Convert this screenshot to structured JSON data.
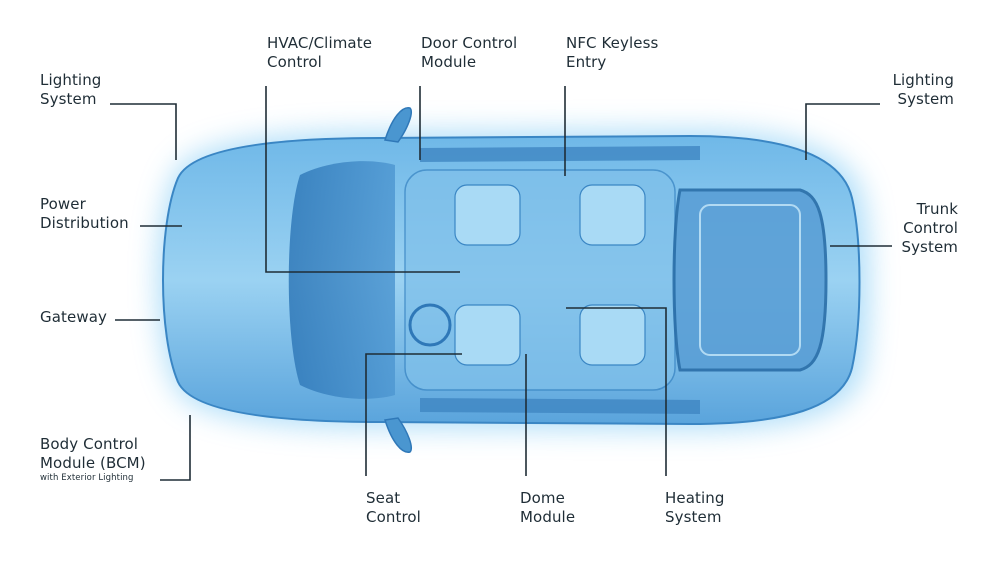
{
  "diagram": {
    "labels": {
      "lighting_left": [
        "Lighting",
        "System"
      ],
      "power_distribution": [
        "Power",
        "Distribution"
      ],
      "gateway": [
        "Gateway"
      ],
      "bcm": [
        "Body Control",
        "Module (BCM)"
      ],
      "bcm_sub": "with Exterior Lighting",
      "hvac": [
        "HVAC/Climate",
        "Control"
      ],
      "door_control": [
        "Door Control",
        "Module"
      ],
      "nfc": [
        "NFC Keyless",
        "Entry"
      ],
      "lighting_right": [
        "Lighting",
        "System"
      ],
      "trunk": [
        "Trunk",
        "Control",
        "System"
      ],
      "seat": [
        "Seat",
        "Control"
      ],
      "dome": [
        "Dome",
        "Module"
      ],
      "heating": [
        "Heating",
        "System"
      ]
    },
    "colors": {
      "label_text": "#1f2d36",
      "leader_line": "#1f2d36",
      "car_glow": "#7cc4f0",
      "car_body": "#5aa8e0",
      "car_dark": "#2f78b8"
    }
  }
}
